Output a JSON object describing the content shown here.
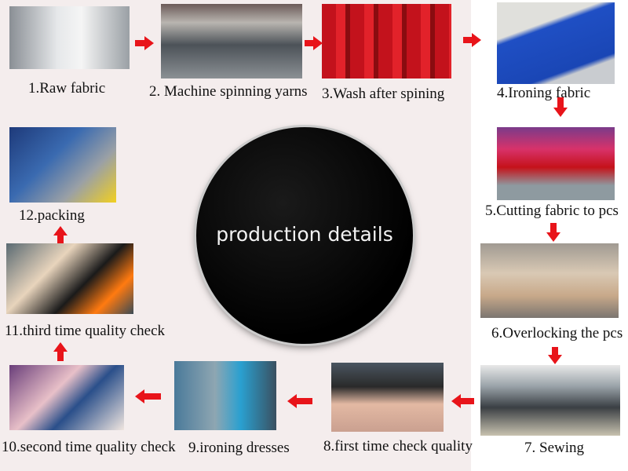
{
  "center_title": "production details",
  "colors": {
    "arrow": "#e8141a",
    "background": "#f4eded"
  },
  "steps": [
    {
      "label": "1.Raw fabric"
    },
    {
      "label": "2. Machine spinning yarns"
    },
    {
      "label": "3.Wash after spining"
    },
    {
      "label": "4.Ironing fabric"
    },
    {
      "label": "5.Cutting fabric to pcs"
    },
    {
      "label": "6.Overlocking the pcs"
    },
    {
      "label": "7. Sewing"
    },
    {
      "label": "8.first time check quality"
    },
    {
      "label": "9.ironing dresses"
    },
    {
      "label": "10.second time quality check"
    },
    {
      "label": "11.third time quality check"
    },
    {
      "label": "12.packing"
    }
  ]
}
